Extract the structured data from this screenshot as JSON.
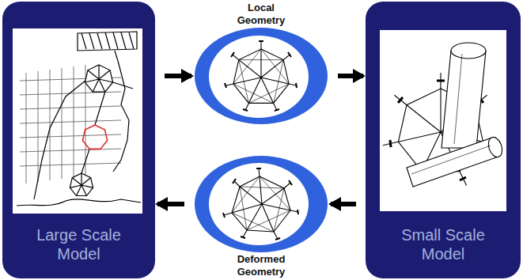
{
  "diagram": {
    "nodes": [
      {
        "text": [
          "Large Scale Model"
        ]
      },
      {
        "text": [
          "Local Geometry"
        ]
      },
      {
        "text": [
          "Small Scale Model"
        ]
      },
      {
        "text": [
          "Deformed Geometry"
        ]
      }
    ],
    "edges": [
      {
        "from": 0,
        "to": 1,
        "arrow": "to"
      },
      {
        "from": 1,
        "to": 2,
        "arrow": "to"
      },
      {
        "from": 2,
        "to": 3,
        "arrow": "to"
      },
      {
        "from": 3,
        "to": 0,
        "arrow": "to"
      }
    ]
  }
}
